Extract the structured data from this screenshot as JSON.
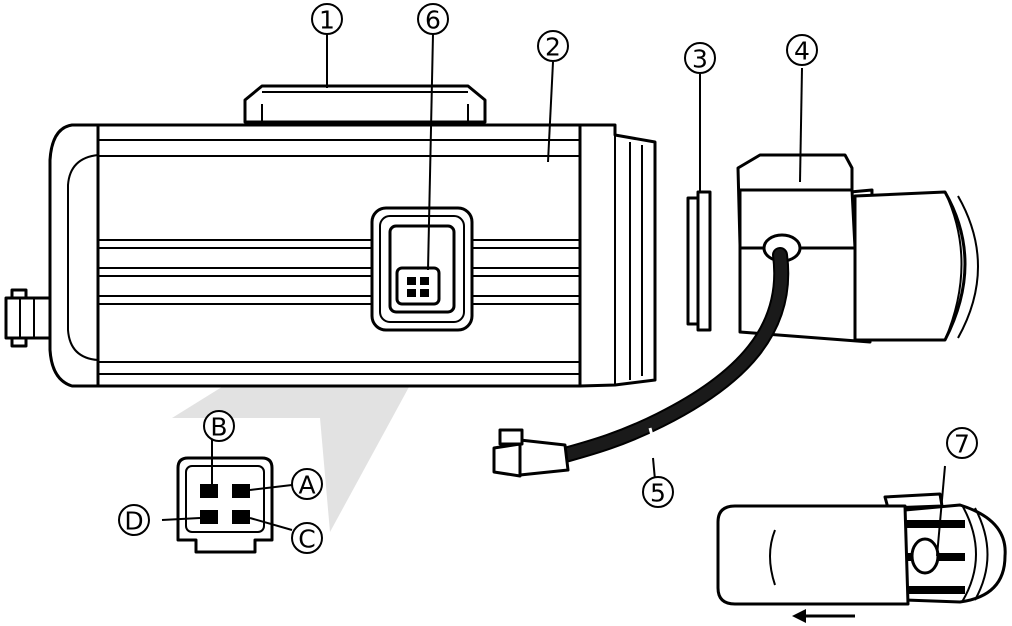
{
  "callouts": [
    {
      "id": "1",
      "text": "①"
    },
    {
      "id": "2",
      "text": "②"
    },
    {
      "id": "3",
      "text": "③"
    },
    {
      "id": "4",
      "text": "④"
    },
    {
      "id": "5",
      "text": "⑤"
    },
    {
      "id": "6",
      "text": "⑥"
    },
    {
      "id": "7",
      "text": "⑦"
    }
  ],
  "pins": [
    {
      "id": "A",
      "text": "A"
    },
    {
      "id": "B",
      "text": "B"
    },
    {
      "id": "C",
      "text": "C"
    },
    {
      "id": "D",
      "text": "D"
    }
  ],
  "colors": {
    "ink": "#000000",
    "paper": "#ffffff",
    "shade": "#d8d8d8",
    "cable": "#1a1a1a"
  }
}
